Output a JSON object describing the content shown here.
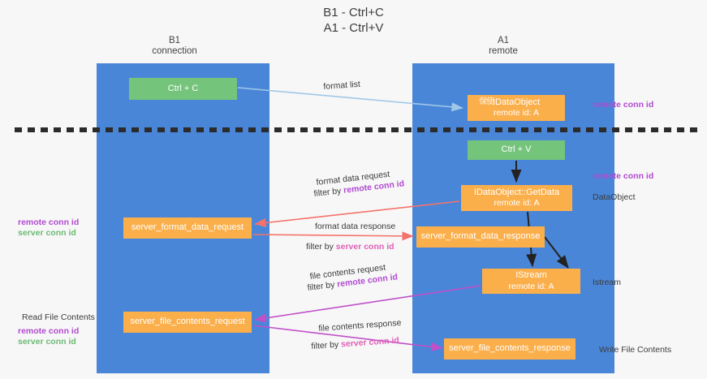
{
  "title": {
    "line1": "B1 - Ctrl+C",
    "line2": "A1 - Ctrl+V"
  },
  "columns": [
    {
      "name": "B1",
      "role": "connection"
    },
    {
      "name": "A1",
      "role": "remote"
    }
  ],
  "nodes": {
    "ctrl_c": {
      "label": "Ctrl + C",
      "color": "#75c47c"
    },
    "idataobject": {
      "label": "IDataObject",
      "sub": "remote id: A",
      "artifact_prefix": "保使",
      "color": "#fbaf4b"
    },
    "ctrl_v": {
      "label": "Ctrl + V",
      "color": "#75c47c"
    },
    "getdata": {
      "label": "IDataObject::GetData",
      "sub": "remote id: A",
      "color": "#fbaf4b"
    },
    "server_format_data_request": {
      "label": "server_format_data_request",
      "color": "#fbaf4b"
    },
    "server_format_data_response": {
      "label": "server_format_data_response",
      "color": "#fbaf4b"
    },
    "istream": {
      "label": "IStream",
      "sub": "remote id: A",
      "color": "#fbaf4b"
    },
    "server_file_contents_request": {
      "label": "server_file_contents_request",
      "color": "#fbaf4b"
    },
    "server_file_contents_response": {
      "label": "server_file_contents_response",
      "color": "#fbaf4b"
    }
  },
  "edge_labels": {
    "format_list": "format list",
    "format_data_request": "format data request",
    "format_data_request_filter_prefix": "filter by ",
    "format_data_request_filter_key": "remote conn id",
    "format_data_response": "format data response",
    "format_data_response_filter_prefix": "filter by ",
    "format_data_response_filter_key": "server conn id",
    "file_contents_request": "file contents request",
    "file_contents_request_filter_prefix": "filter by ",
    "file_contents_request_filter_key": "remote conn id",
    "file_contents_response": "file contents response",
    "file_contents_response_filter_prefix": "filter by ",
    "file_contents_response_filter_key": "server conn id"
  },
  "margins": {
    "left": {
      "remote_conn_id": "remote conn id",
      "server_conn_id": "server conn id",
      "read_file_contents": "Read File Contents",
      "remote_conn_id_2": "remote conn id",
      "server_conn_id_2": "server conn id"
    },
    "right": {
      "remote_conn_id_top": "remote conn id",
      "remote_conn_id_mid": "remote conn id",
      "data_object": "DataObject",
      "istream": "Istream",
      "write_file_contents": "Write File Contents"
    }
  },
  "colors": {
    "lane": "#4a86d8",
    "green": "#75c47c",
    "orange": "#fbaf4b",
    "purple": "#b04ad0",
    "green_text": "#6cba74",
    "pink": "#e060b8",
    "arrow_blue": "#9fc7e8",
    "arrow_red": "#f4726b",
    "arrow_magenta": "#c050c8",
    "arrow_black": "#222222",
    "divider": "#2b2b2b",
    "background": "#f7f7f7"
  }
}
